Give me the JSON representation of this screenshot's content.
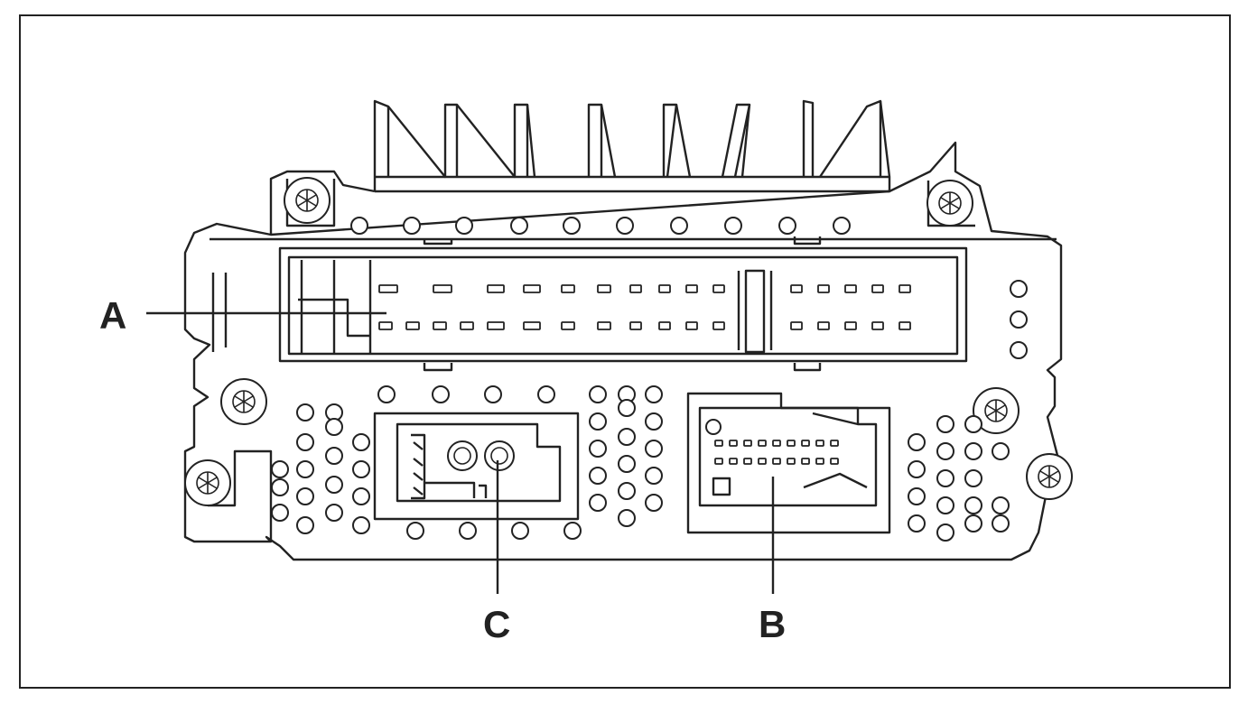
{
  "callouts": {
    "a": "A",
    "b": "B",
    "c": "C"
  },
  "colors": {
    "ink": "#222222",
    "background": "#ffffff"
  },
  "components": [
    {
      "callout": "A",
      "part": "multi-pin-connector"
    },
    {
      "callout": "B",
      "part": "small-multi-pin-connector"
    },
    {
      "callout": "C",
      "part": "coaxial-connector"
    }
  ]
}
